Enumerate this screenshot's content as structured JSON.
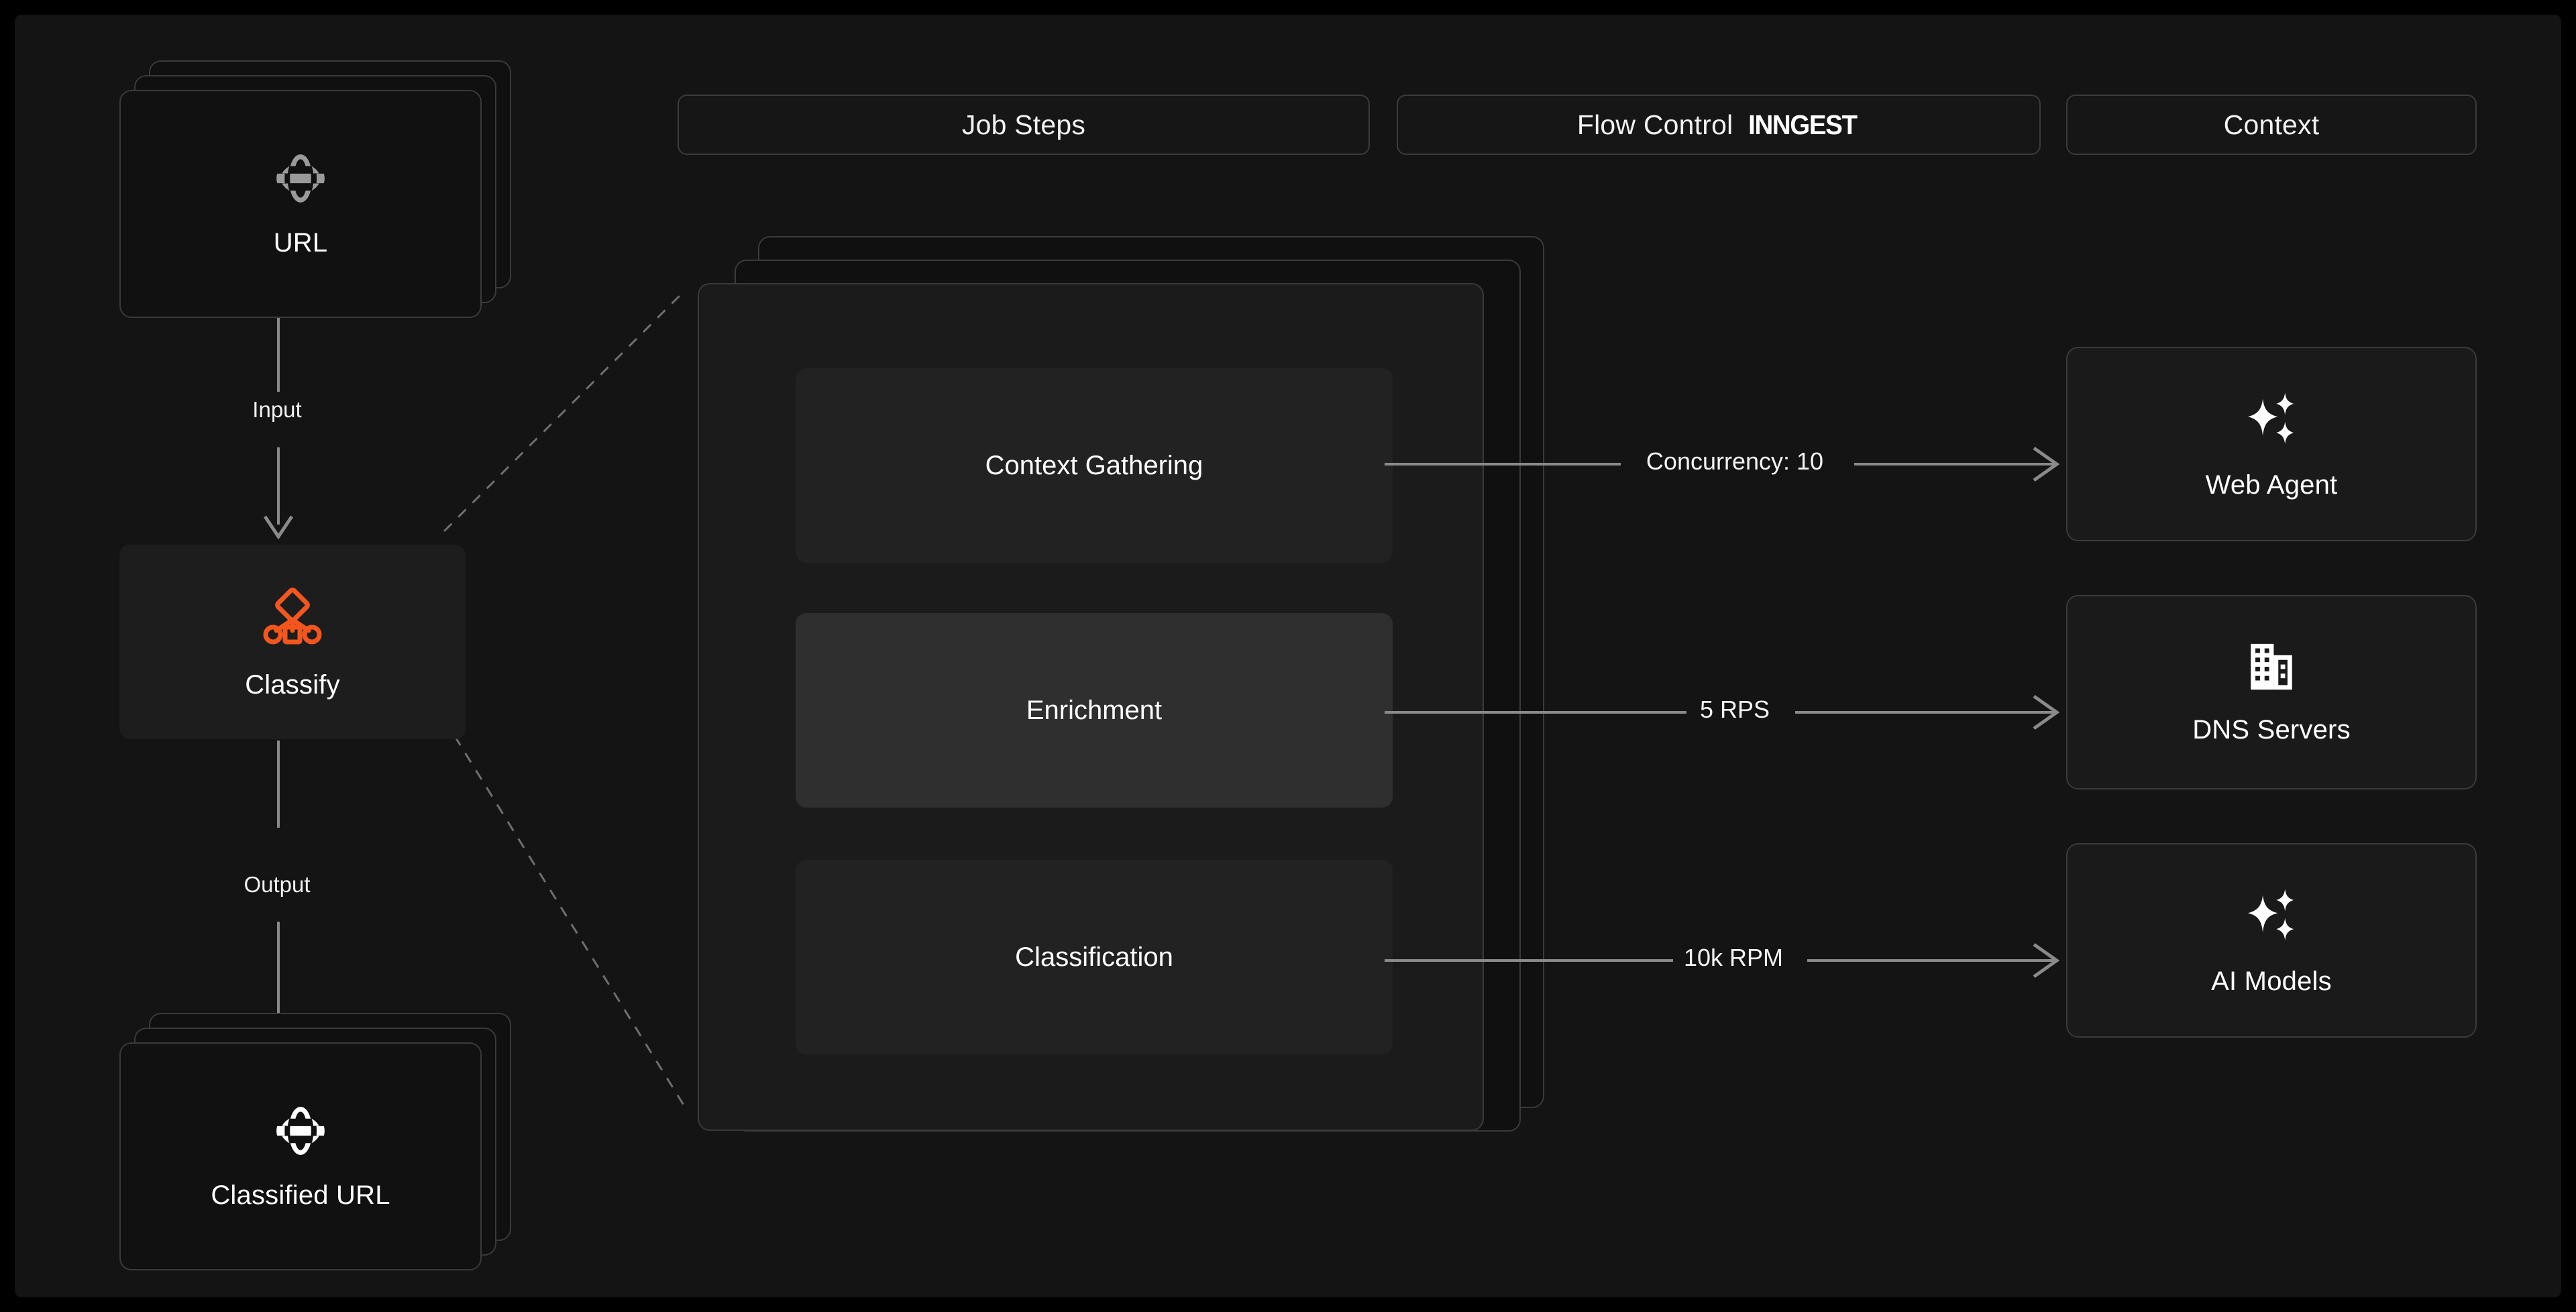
{
  "theme": {
    "background": "#141414",
    "outer": "#000000",
    "card_bg": "#111111",
    "card_border": "#3a3a3a",
    "accent_orange": "#F5561D",
    "text": "#ffffff",
    "line": "#8a8a8a",
    "step_bg": "#222222",
    "step_bg_active": "#2f2f2f"
  },
  "header": {
    "tabs": [
      {
        "label": "Job Steps",
        "brand": ""
      },
      {
        "label": "Flow Control",
        "brand": "INNGEST"
      },
      {
        "label": "Context",
        "brand": ""
      }
    ]
  },
  "pipeline": {
    "input_node": {
      "label": "URL",
      "icon": "globe-icon",
      "stacked": true,
      "stack_count": 3
    },
    "input_edge_label": "Input",
    "process_node": {
      "label": "Classify",
      "icon": "workflow-node-icon"
    },
    "output_edge_label": "Output",
    "output_node": {
      "label": "Classified URL",
      "icon": "globe-icon",
      "stacked": true,
      "stack_count": 3
    }
  },
  "job_steps": {
    "stack_count": 3,
    "steps": [
      {
        "label": "Context Gathering",
        "active": false
      },
      {
        "label": "Enrichment",
        "active": true
      },
      {
        "label": "Classification",
        "active": false
      }
    ]
  },
  "flow_control": {
    "edges": [
      {
        "label": "Concurrency: 10"
      },
      {
        "label": "5 RPS"
      },
      {
        "label": "10k RPM"
      }
    ]
  },
  "context": {
    "cards": [
      {
        "label": "Web Agent",
        "icon": "sparkles-icon"
      },
      {
        "label": "DNS Servers",
        "icon": "building-icon"
      },
      {
        "label": "AI Models",
        "icon": "sparkles-icon"
      }
    ]
  }
}
